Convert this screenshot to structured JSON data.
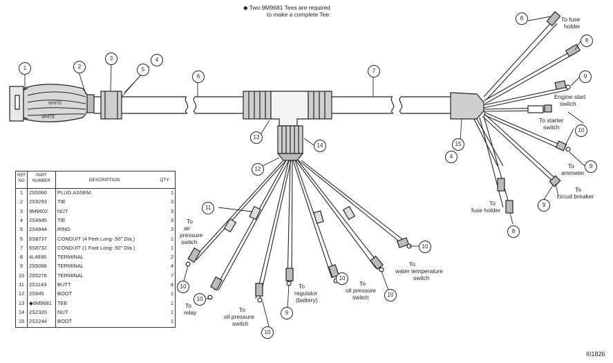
{
  "note": {
    "line1": "◆ Two 9M9681 Tees are required",
    "line2": "to make a complete Tee."
  },
  "figure_id": "I01826",
  "table": {
    "headers": {
      "ref_no": "REF NO",
      "part_number": "PART NUMBER",
      "description": "DESCRIPTION",
      "qty": "QTY"
    },
    "rows": [
      {
        "ref": "1",
        "part": "2S5060",
        "desc": "PLUG ASSEM.",
        "qty": "1"
      },
      {
        "ref": "2",
        "part": "2S9293",
        "desc": "TIE",
        "qty": "3"
      },
      {
        "ref": "3",
        "part": "9M9602",
        "desc": "NUT",
        "qty": "3"
      },
      {
        "ref": "4",
        "part": "2S4945",
        "desc": "TIE",
        "qty": "3"
      },
      {
        "ref": "5",
        "part": "2S4944",
        "desc": "RING",
        "qty": "3"
      },
      {
        "ref": "6",
        "part": "6S8737",
        "desc": "CONDUIT (4 Feet Long-.50\" Dia.)",
        "qty": "1"
      },
      {
        "ref": "7",
        "part": "6S8732",
        "desc": "CONDUIT (1 Foot Long-.50\" Dia.)",
        "qty": "1"
      },
      {
        "ref": "8",
        "part": "4L4936",
        "desc": "TERMINAL",
        "qty": "2"
      },
      {
        "ref": "9",
        "part": "2S5066",
        "desc": "TERMINAL",
        "qty": "4"
      },
      {
        "ref": "10",
        "part": "2S5276",
        "desc": "TERMINAL",
        "qty": "7"
      },
      {
        "ref": "11",
        "part": "2S1143",
        "desc": "BUTT",
        "qty": "4"
      },
      {
        "ref": "12",
        "part": "2S945",
        "desc": "BOOT",
        "qty": "1"
      },
      {
        "ref": "13",
        "part": "◆9M9681",
        "desc": "TEE",
        "qty": "1"
      },
      {
        "ref": "14",
        "part": "2S2320",
        "desc": "NUT",
        "qty": "1"
      },
      {
        "ref": "15",
        "part": "2S2244",
        "desc": "BOOT",
        "qty": "1"
      }
    ]
  },
  "callouts": {
    "c1": "1",
    "c2": "2",
    "c3": "3",
    "c4a": "4",
    "c5": "5",
    "c6": "6",
    "c7": "7",
    "c8a": "8",
    "c8b": "8",
    "c9a": "9",
    "c10a": "10",
    "c4b": "4",
    "c15": "15",
    "c13": "13",
    "c14": "14",
    "c12": "12",
    "c9b": "9",
    "c9c": "9",
    "c8c": "8",
    "c11": "11",
    "c10b": "10",
    "c10c": "10",
    "c10d": "10",
    "c9d": "9",
    "c10e": "10",
    "c10f": "10",
    "c10g": "10"
  },
  "labels": {
    "fuse_holder_top": [
      "To fuse",
      "holder"
    ],
    "engine_start": [
      "Engine start",
      "switch"
    ],
    "starter_switch": [
      "To starter",
      "switch"
    ],
    "ammeter": [
      "To",
      "ammeter"
    ],
    "circuit_breaker": [
      "To",
      "circuit breaker"
    ],
    "fuse_holder_bottom": [
      "To",
      "fuse holder"
    ],
    "air_pressure": [
      "To",
      "air",
      "pressure",
      "switch"
    ],
    "relay": [
      "To",
      "relay"
    ],
    "oil_pressure_left": [
      "To",
      "oil pressure",
      "switch"
    ],
    "regulator": [
      "To",
      "regulator",
      "(battery)"
    ],
    "oil_pressure_right": [
      "To",
      "oil pressure",
      "switch"
    ],
    "water_temp": [
      "To",
      "water temperature",
      "switch"
    ]
  },
  "wire_labels": {
    "w1": "WHITE",
    "w2": "WHITE"
  }
}
